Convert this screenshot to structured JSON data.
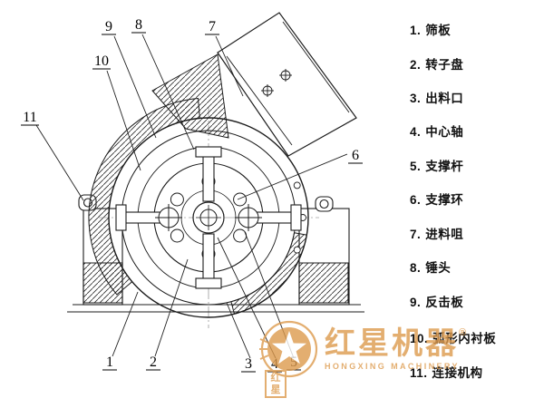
{
  "legend": {
    "items": [
      {
        "num": "1.",
        "label": "筛板"
      },
      {
        "num": "2.",
        "label": "转子盘"
      },
      {
        "num": "3.",
        "label": "出料口"
      },
      {
        "num": "4.",
        "label": "中心轴"
      },
      {
        "num": "5.",
        "label": "支撑杆"
      },
      {
        "num": "6.",
        "label": "支撑环"
      },
      {
        "num": "7.",
        "label": "进料咀"
      },
      {
        "num": "8.",
        "label": "锤头"
      },
      {
        "num": "9.",
        "label": "反击板"
      },
      {
        "num": "10.",
        "label": "弧形内衬板"
      },
      {
        "num": "11.",
        "label": "连接机构"
      }
    ]
  },
  "callouts": {
    "labels": [
      "1",
      "2",
      "3",
      "4",
      "5",
      "6",
      "7",
      "8",
      "9",
      "10",
      "11"
    ]
  },
  "watermark": {
    "brand": "红星机器",
    "reg": "®",
    "brand_en": "HONGXING MACHINERY",
    "badge": "红星"
  },
  "colors": {
    "line": "#1c1c1c",
    "accent": "#dd9a4d"
  }
}
